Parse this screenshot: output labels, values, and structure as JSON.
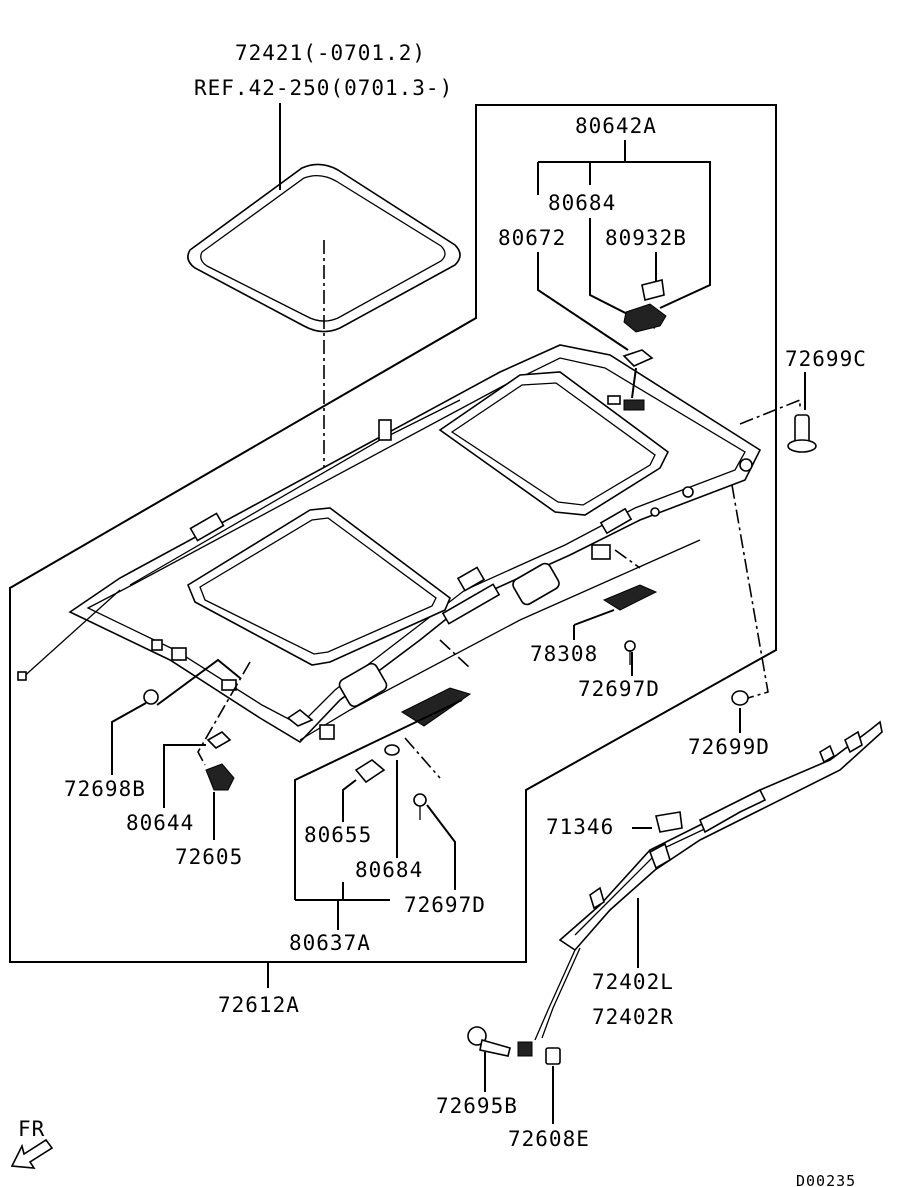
{
  "diagram": {
    "labels": {
      "sunroof_glass": "72421(-0701.2)",
      "sunroof_ref": "REF.42-250(0701.3-)",
      "dome_light_assy": "80642A",
      "bulb_upper": "80684",
      "lens": "80672",
      "socket": "80932B",
      "clip_c": "72699C",
      "handle": "78308",
      "screw_upper": "72697D",
      "clip_d": "72699D",
      "clip_b": "72698B",
      "holder": "80644",
      "clip_72605": "72605",
      "map_lens": "80655",
      "bulb_lower": "80684",
      "screw_lower": "72697D",
      "map_lamp_assy": "80637A",
      "headlining": "72612A",
      "label_71346": "71346",
      "garnish_l": "72402L",
      "garnish_r": "72402R",
      "bolt": "72695B",
      "nut": "72608E",
      "front_mark": "FR",
      "drawing_code": "D00235"
    }
  }
}
